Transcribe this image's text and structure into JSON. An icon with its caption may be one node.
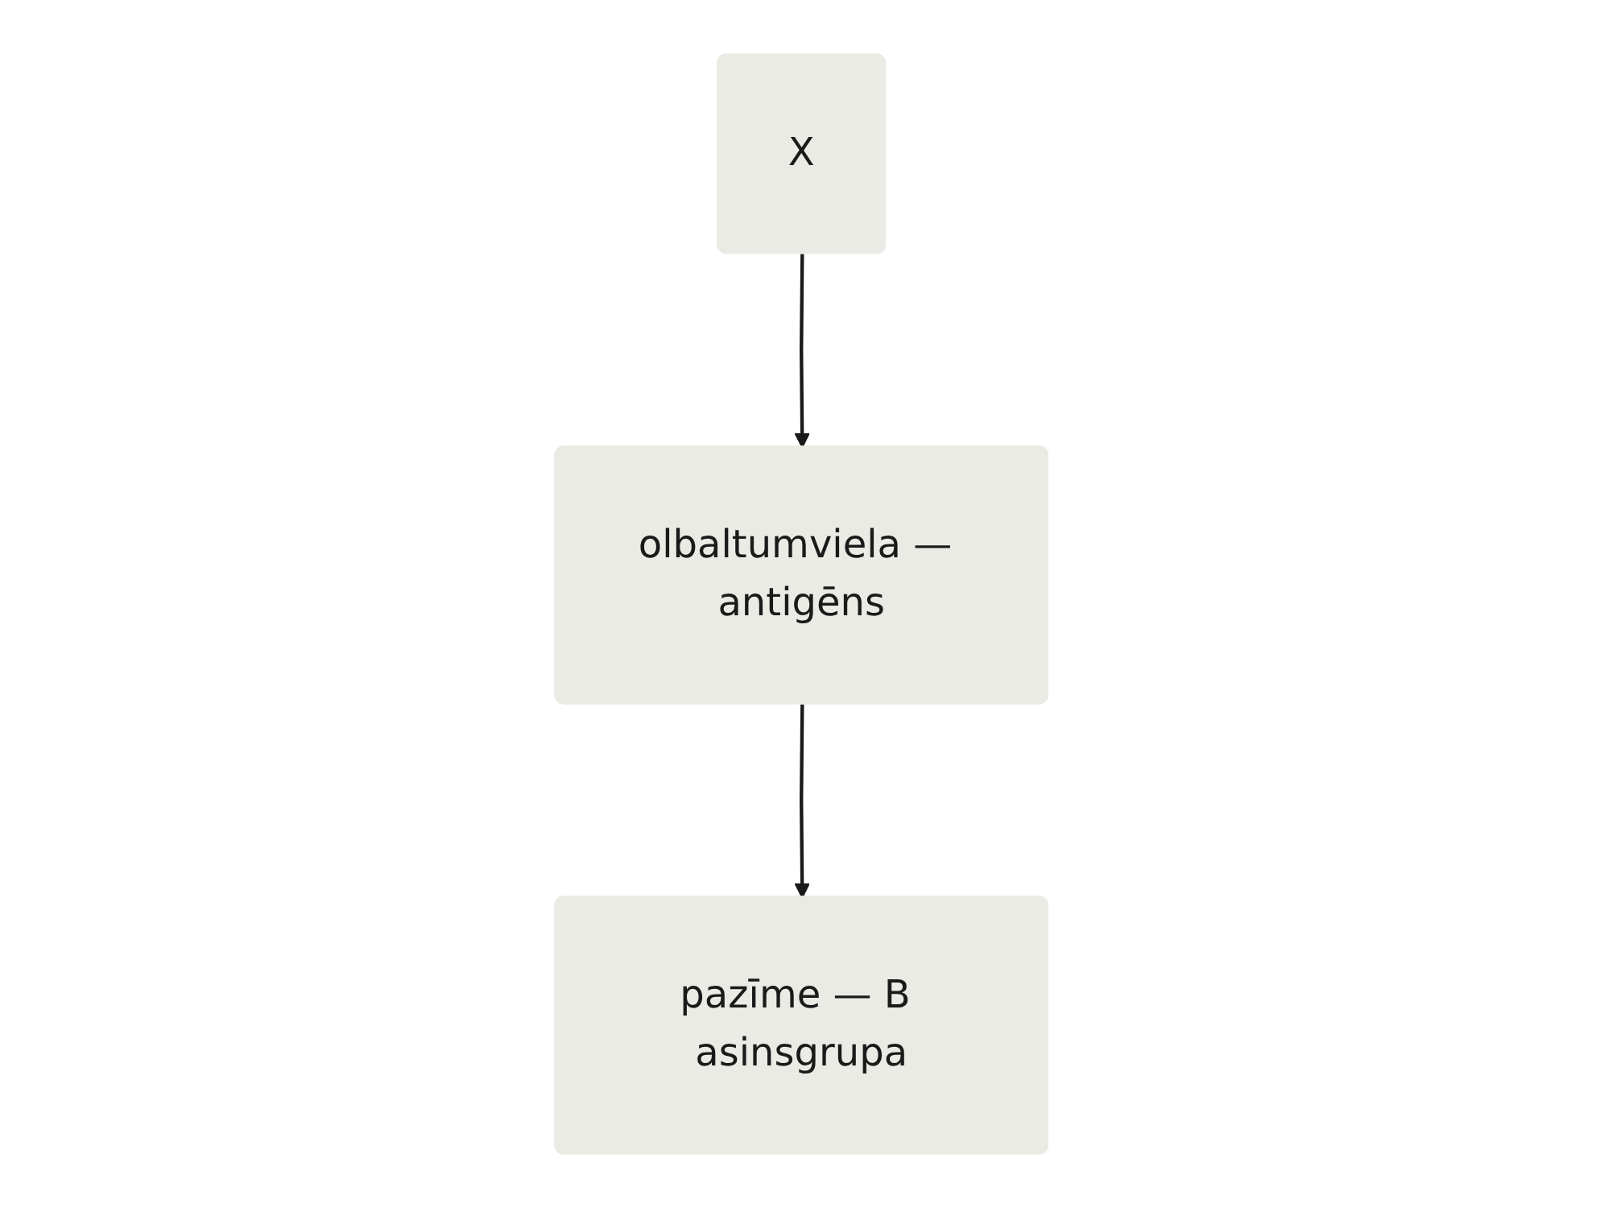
{
  "diagram": {
    "nodes": [
      {
        "text": [
          "X"
        ]
      },
      {
        "text": [
          "olbaltumviela — antigēns"
        ]
      },
      {
        "text": [
          "pazīme — B asinsgrupa"
        ]
      }
    ],
    "edges": [
      {
        "from": 0,
        "to": 1,
        "arrow": "to"
      },
      {
        "from": 1,
        "to": 2,
        "arrow": "to"
      }
    ]
  }
}
